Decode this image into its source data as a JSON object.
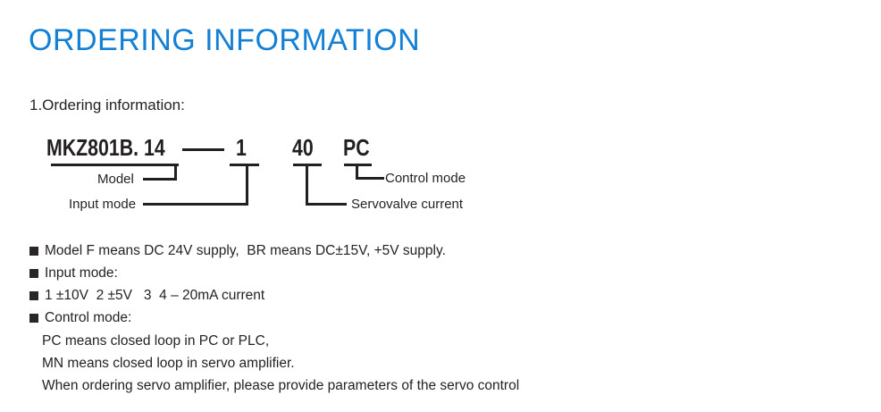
{
  "page": {
    "title": "ORDERING INFORMATION",
    "section_heading": "1.Ordering information:"
  },
  "diagram": {
    "model_code": "MKZ801B. 14",
    "code_parts": {
      "input_mode": "1",
      "servovalve_current": "40",
      "control_mode": "PC"
    },
    "labels": {
      "model": "Model",
      "input_mode": "Input mode",
      "servovalve_current": "Servovalve current",
      "control_mode": "Control mode"
    }
  },
  "notes": {
    "bullets": [
      "Model F means DC 24V supply,  BR means DC±15V, +5V supply.",
      "Input mode:",
      "1 ±10V  2 ±5V   3  4 – 20mA current",
      "Control mode:"
    ],
    "details": [
      "PC means closed loop in PC or PLC,",
      "MN means closed loop in servo amplifier.",
      "When ordering servo amplifier, please provide parameters of the servo control"
    ]
  },
  "colors": {
    "accent_blue": "#1380d6",
    "text": "#262224"
  }
}
